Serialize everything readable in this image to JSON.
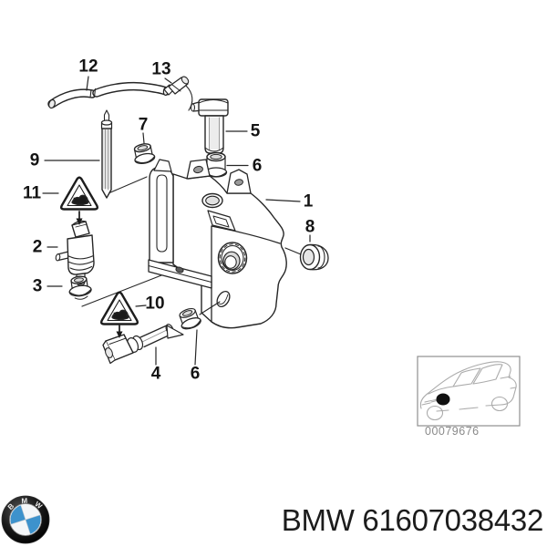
{
  "callouts": [
    {
      "text": "12"
    },
    {
      "text": "13"
    },
    {
      "text": "7"
    },
    {
      "text": "5"
    },
    {
      "text": "9"
    },
    {
      "text": "6"
    },
    {
      "text": "11"
    },
    {
      "text": "1"
    },
    {
      "text": "2"
    },
    {
      "text": "8"
    },
    {
      "text": "3"
    },
    {
      "text": "10"
    },
    {
      "text": "4"
    },
    {
      "text": "6"
    }
  ],
  "inset": {
    "code": "00079676"
  },
  "footer": {
    "text": "BMW 61607038432",
    "logo_letters": [
      "B",
      "M",
      "W"
    ]
  },
  "icons": {
    "warning_triangle": "service-instruction-warning-triangle",
    "logo": "bmw-roundel",
    "location_dot": "part-location-dot"
  },
  "colors": {
    "line": "#262626",
    "roundel_blue": "#3d92cc",
    "roundel_black": "#141414",
    "inset_code_gray": "#8a8a8a",
    "car_line_gray": "#ababab"
  }
}
